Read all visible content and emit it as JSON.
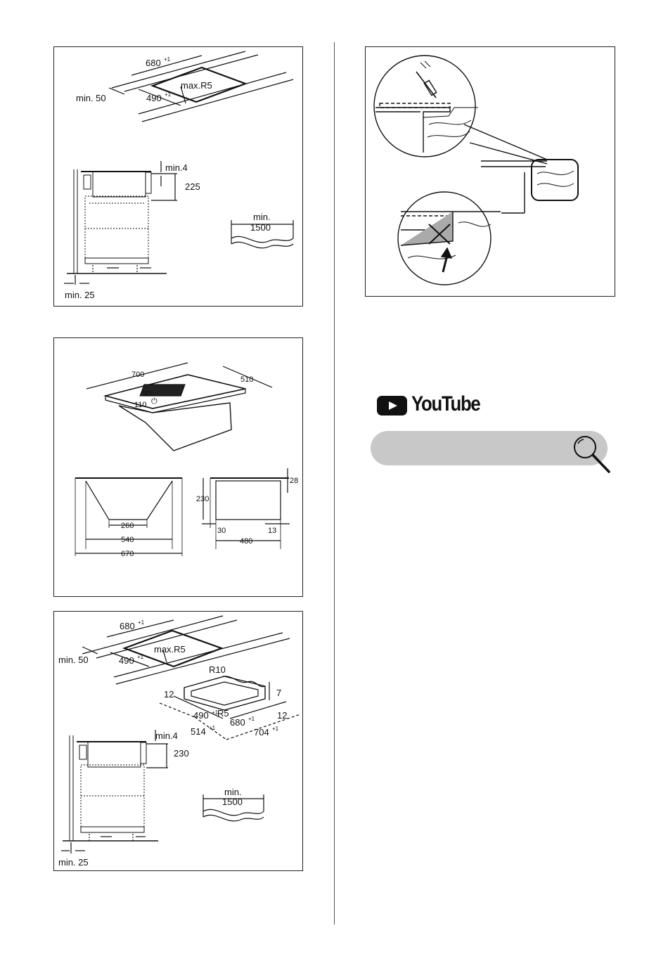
{
  "panel1": {
    "dim_width": "680",
    "dim_width_tol": "+1",
    "dim_depth": "490",
    "dim_depth_tol": "+1",
    "radius": "max.R5",
    "edge_min": "min. 50",
    "gap_top": "min.4",
    "height": "225",
    "wall_min": "min. 25",
    "cable_min": "min.",
    "cable_len": "1500"
  },
  "panel2": {
    "width": "700",
    "depth": "510",
    "angle_90": "90",
    "dist_110": "110",
    "power_symbol": "⏻",
    "front_260": "260",
    "front_540": "540",
    "front_670": "670",
    "side_28": "28",
    "side_230": "230",
    "side_30": "30",
    "side_13": "13",
    "side_480": "480"
  },
  "panel3": {
    "dim_width": "680",
    "dim_width_tol": "+1",
    "dim_depth": "490",
    "dim_depth_tol": "+1",
    "radius": "max.R5",
    "edge_min": "min. 50",
    "r10": "R10",
    "r5": "R5",
    "d12a": "12",
    "d7": "7",
    "d490": "490",
    "d490_tol": "+1",
    "d680": "680",
    "d680_tol": "+1",
    "d12b": "12",
    "d514": "514",
    "d514_tol": "+1",
    "d704": "704",
    "d704_tol": "+1",
    "gap_top": "min.4",
    "height": "230",
    "wall_min": "min. 25",
    "cable_min": "min.",
    "cable_len": "1500"
  },
  "youtube": {
    "wordmark": "YouTube",
    "icon": "youtube-play-icon"
  },
  "search": {
    "icon": "search-icon"
  }
}
